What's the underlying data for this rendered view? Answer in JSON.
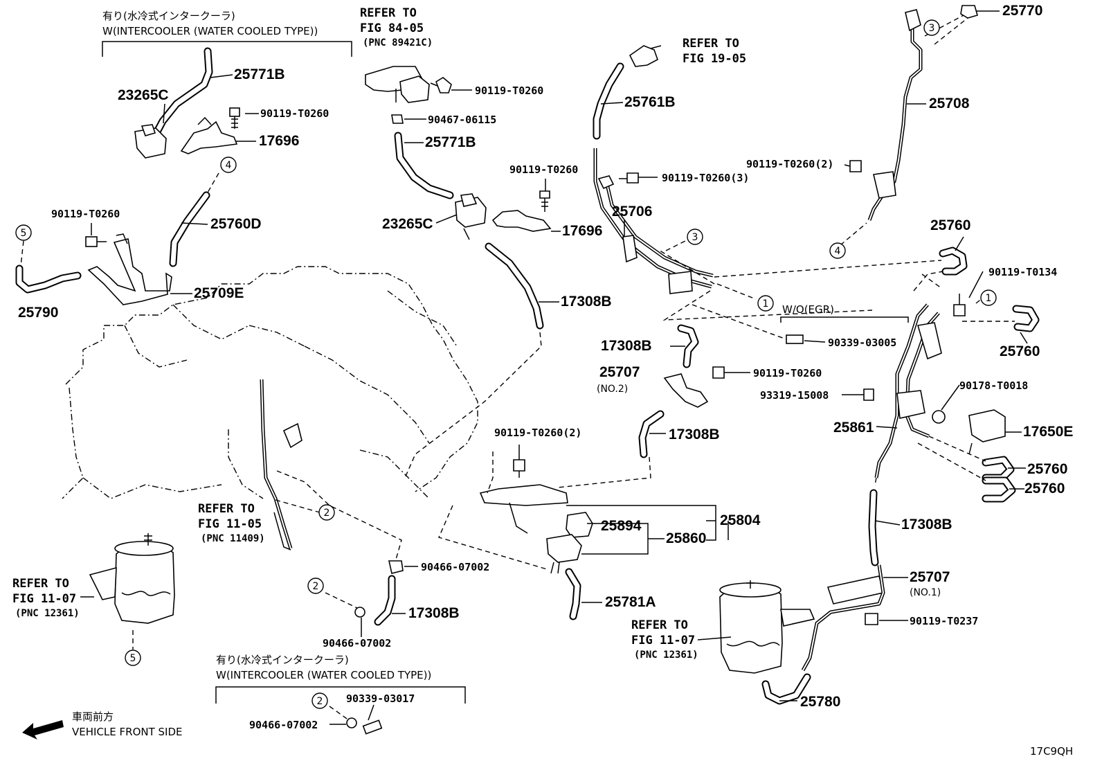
{
  "diagram_code": "17C9QH",
  "vehicle_front": {
    "ja": "車両前方",
    "en": "VEHICLE FRONT SIDE"
  },
  "intercooler_note_top": {
    "ja": "有り(水冷式インタークーラ)",
    "en": "W(INTERCOOLER (WATER COOLED TYPE))"
  },
  "intercooler_note_bottom": {
    "ja": "有り(水冷式インタークーラ)",
    "en": "W(INTERCOOLER (WATER COOLED TYPE))"
  },
  "wo_egr_note": "W/O(EGR)",
  "refs": {
    "fig84": {
      "line1": "REFER TO",
      "line2": "FIG 84-05",
      "pnc": "(PNC 89421C)"
    },
    "fig19": {
      "line1": "REFER TO",
      "line2": "FIG 19-05"
    },
    "fig1105": {
      "line1": "REFER TO",
      "line2": "FIG 11-05",
      "pnc": "(PNC 11409)"
    },
    "fig1107_left": {
      "line1": "REFER TO",
      "line2": "FIG 11-07",
      "pnc": "(PNC 12361)"
    },
    "fig1107_right": {
      "line1": "REFER TO",
      "line2": "FIG 11-07",
      "pnc": "(PNC 12361)"
    }
  },
  "labels": {
    "p25771B_a": "25771B",
    "p23265C_a": "23265C",
    "p90119T0260_a": "90119-T0260",
    "p17696_a": "17696",
    "p25760D": "25760D",
    "p90119T0260_b": "90119-T0260",
    "p25709E": "25709E",
    "p25790": "25790",
    "p90119T0260_c": "90119-T0260",
    "p90467_06115": "90467-06115",
    "p25771B_b": "25771B",
    "p90119T0260_d": "90119-T0260",
    "p23265C_b": "23265C",
    "p17696_b": "17696",
    "p17308B_a": "17308B",
    "p25761B": "25761B",
    "p90119T0260_3": "90119-T0260(3)",
    "p25706": "25706",
    "p25770": "25770",
    "p25708": "25708",
    "p90119T0260_2a": "90119-T0260(2)",
    "p25760_a": "25760",
    "p90119T0134": "90119-T0134",
    "p25760_b": "25760",
    "p90339_03005": "90339-03005",
    "p17308B_b": "17308B",
    "p25707_no2": "25707",
    "p25707_no2_sub": "(NO.2)",
    "p90119T0260_e": "90119-T0260",
    "p93319_15008": "93319-15008",
    "p90178T0018": "90178-T0018",
    "p25861": "25861",
    "p17650E": "17650E",
    "p17308B_c": "17308B",
    "p25760_c": "25760",
    "p25760_d": "25760",
    "p90119T0260_2b": "90119-T0260(2)",
    "p25894": "25894",
    "p25804": "25804",
    "p25860": "25860",
    "p17308B_d": "17308B",
    "p90466_07002_a": "90466-07002",
    "p17308B_e": "17308B",
    "p90466_07002_b": "90466-07002",
    "p25781A": "25781A",
    "p25707_no1": "25707",
    "p25707_no1_sub": "(NO.1)",
    "p90119T0237": "90119-T0237",
    "p25780": "25780",
    "p90339_03017": "90339-03017",
    "p90466_07002_c": "90466-07002"
  },
  "callouts": [
    "1",
    "2",
    "3",
    "4",
    "5"
  ]
}
